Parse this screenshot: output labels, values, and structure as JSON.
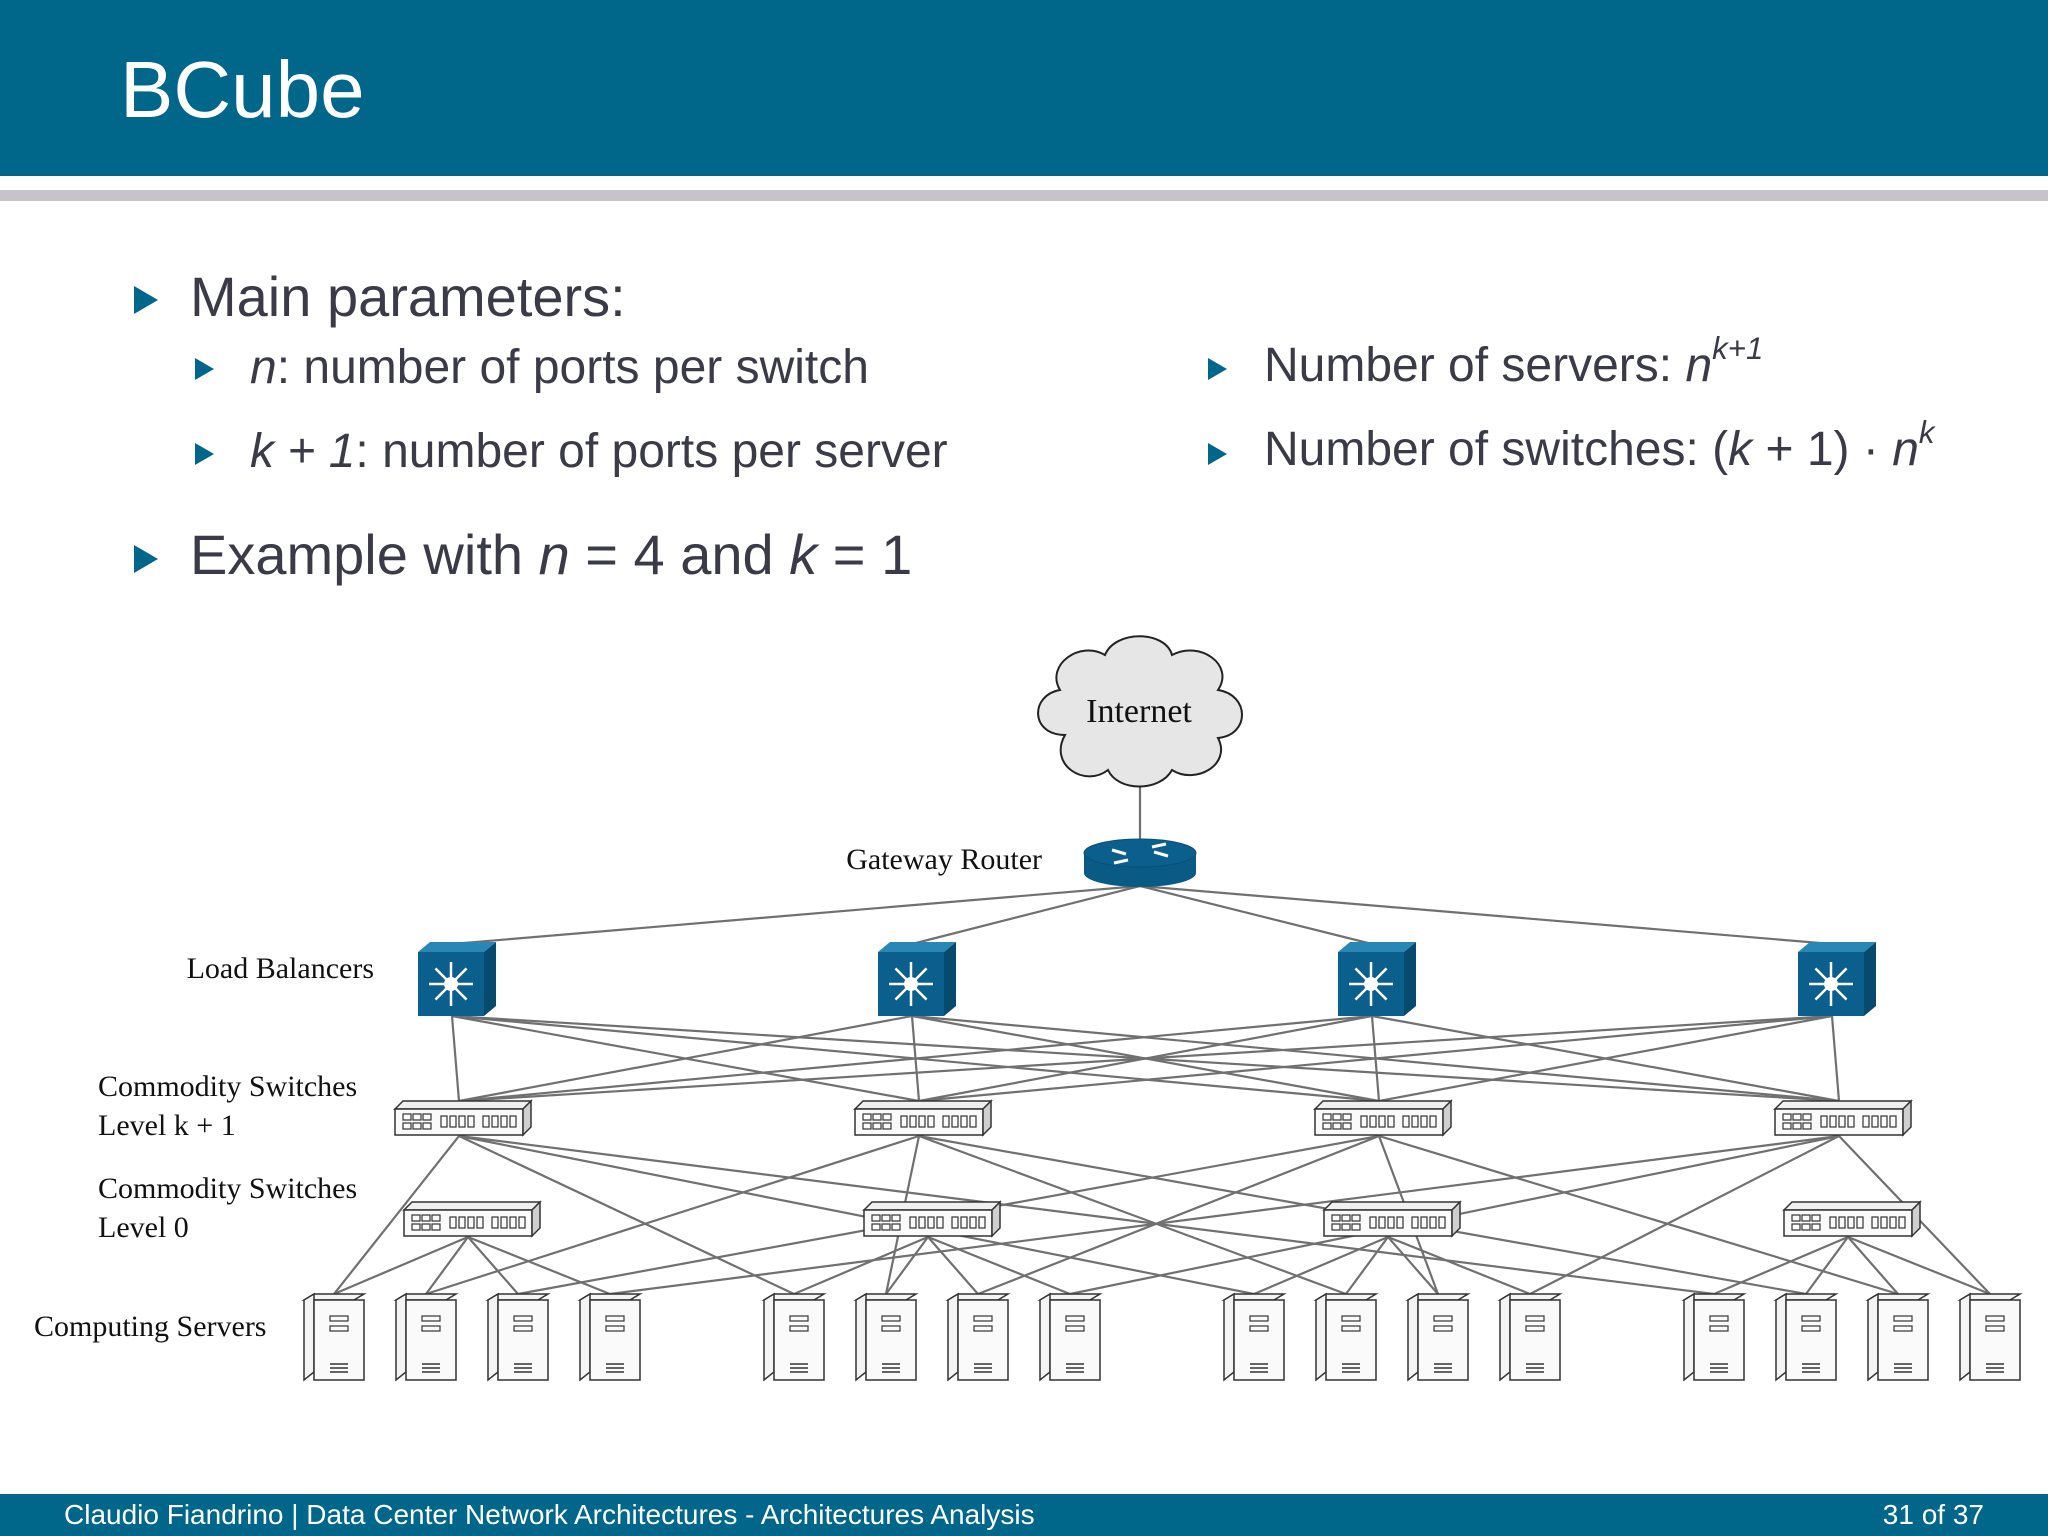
{
  "slide": {
    "title": "BCube",
    "bullets": {
      "main_parameters": "Main parameters:",
      "n_var": "n",
      "n_desc": ": number of ports per switch",
      "k_expr": "k + 1",
      "k_desc": ": number of ports per server",
      "servers_label": "Number of servers: ",
      "servers_base": "n",
      "servers_exp": "k+1",
      "switches_label": "Number of switches: (",
      "switches_k": "k",
      "switches_mid": " + 1) · ",
      "switches_base": "n",
      "switches_exp": "k",
      "example_prefix": "Example with ",
      "example_n": "n",
      "example_mid": " = 4 and ",
      "example_k": "k",
      "example_end": " = 1"
    },
    "footer": {
      "text": "Claudio Fiandrino | Data Center Network Architectures - Architectures Analysis",
      "page": "31 of 37"
    }
  },
  "diagram": {
    "internet_label": "Internet",
    "router_label": "Gateway Router",
    "load_balancers_label": "Load Balancers",
    "switches_k1_label_line1": "Commodity Switches",
    "switches_k1_label_line2": "Level k + 1",
    "switches_l0_label_line1": "Commodity Switches",
    "switches_l0_label_line2": "Level 0",
    "servers_label": "Computing Servers",
    "load_balancer_count": 4,
    "switches_level_k1_count": 4,
    "switches_level_0_count": 4,
    "server_count": 16,
    "colors": {
      "device_blue": "#0a5f8c",
      "link": "#707070",
      "cloud": "#e6e6e6"
    }
  }
}
